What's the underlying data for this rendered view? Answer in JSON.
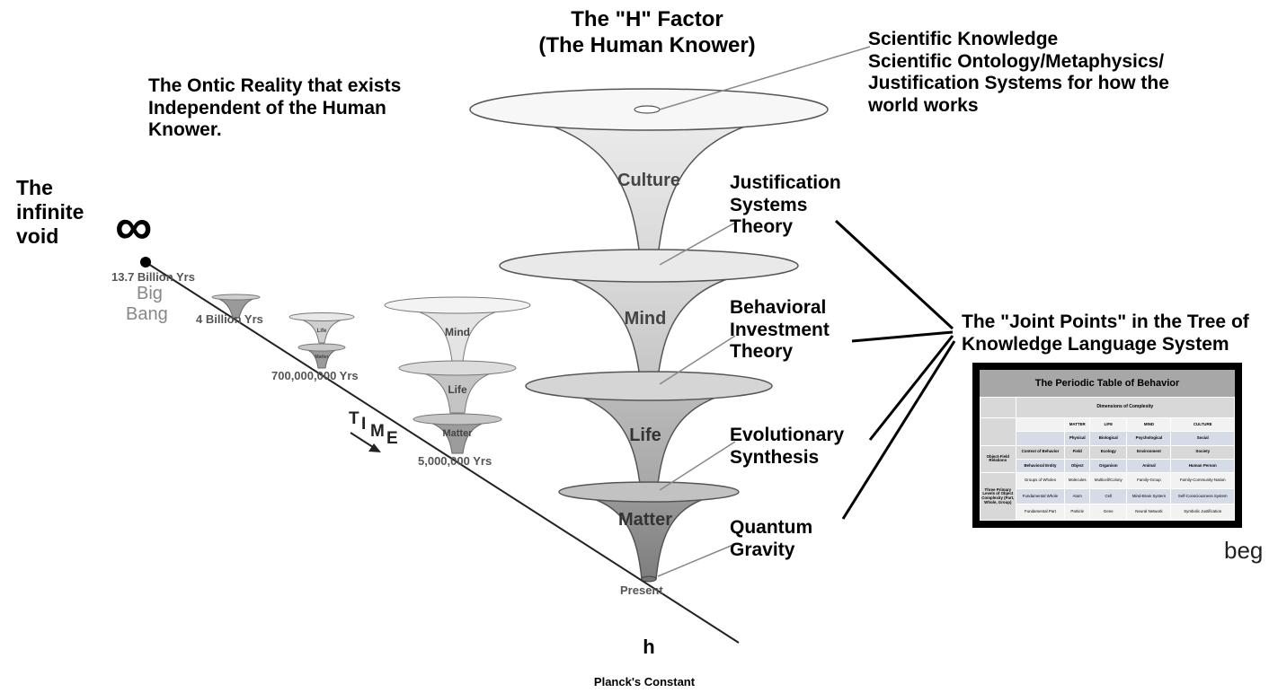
{
  "title_h_factor": "The \"H\" Factor",
  "title_human_knower": "(The Human Knower)",
  "scientific_knowledge": [
    "Scientific Knowledge",
    "Scientific Ontology/Metaphysics/",
    "Justification Systems for how the",
    "world works"
  ],
  "ontic_reality": [
    "The Ontic Reality that exists",
    "Independent of the Human",
    "Knower."
  ],
  "infinite_void": [
    "The",
    "infinite",
    "void"
  ],
  "infinity_symbol": "∞",
  "big_bang": [
    "Big",
    "Bang"
  ],
  "timeline": {
    "years_13_7": "13.7 Billion Yrs",
    "years_4": "4 Billion Yrs",
    "years_700": "700,000,000 Yrs",
    "years_5": "5,000,000 Yrs",
    "time_label": [
      "T",
      "I",
      "M",
      "E"
    ],
    "present": "Present"
  },
  "levels": {
    "culture": "Culture",
    "mind": "Mind",
    "life": "Life",
    "matter": "Matter"
  },
  "joint_points": {
    "justification": [
      "Justification",
      "Systems",
      "Theory"
    ],
    "behavioral": [
      "Behavioral",
      "Investment",
      "Theory"
    ],
    "evolutionary": [
      "Evolutionary",
      "Synthesis"
    ],
    "quantum": [
      "Quantum",
      "Gravity"
    ],
    "caption": [
      "The \"Joint Points\" in the Tree of",
      "Knowledge Language System"
    ]
  },
  "h_symbol": "h",
  "planck": "Planck's Constant",
  "beg": "beg",
  "periodic_table": {
    "title": "The Periodic Table of Behavior",
    "dimensions": "Dimensions of Complexity",
    "columns": [
      "MATTER",
      "LIFE",
      "MIND",
      "CULTURE"
    ],
    "row_physical": [
      "Physical",
      "Biological",
      "Psychological",
      "Social"
    ],
    "group1": "Object-Field Relations",
    "row_context": [
      "Context of Behavior",
      "Field",
      "Ecology",
      "Environment",
      "Society"
    ],
    "row_entity": [
      "Behavioral Entity",
      "Object",
      "Organism",
      "Animal",
      "Human Person"
    ],
    "group2": "Three Primary Levels of Object Complexity (Part, Whole, Group)",
    "row_groups": [
      "Groups of Wholes",
      "Molecules",
      "Multicell/Colony",
      "Family-Group",
      "Family-Community-Nation"
    ],
    "row_whole": [
      "Fundamental Whole",
      "Atom",
      "Cell",
      "Mind-Brain System",
      "Self-Consciousness System"
    ],
    "row_part": [
      "Fundamental Part",
      "Particle",
      "Gene",
      "Neural Network",
      "Symbolic Justification"
    ]
  },
  "colors": {
    "culture_fill": "#e6e6e6",
    "mind_fill": "#d2d2d2",
    "life_fill": "#b3b3b3",
    "matter_fill": "#8f8f8f"
  }
}
